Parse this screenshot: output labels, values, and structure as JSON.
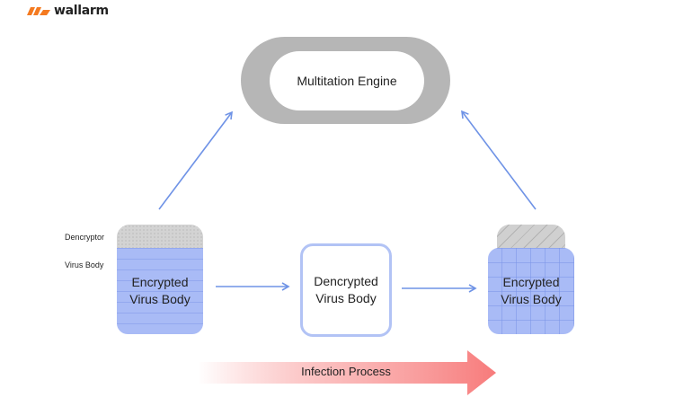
{
  "brand": {
    "name": "wallarm",
    "color": "#f47a20"
  },
  "engine": {
    "label": "Multitation Engine"
  },
  "left_block": {
    "decryptor_label": "Dencryptor",
    "virus_body_label": "Virus Body",
    "text_line1": "Encrypted",
    "text_line2": "Virus Body"
  },
  "middle_block": {
    "text_line1": "Dencrypted",
    "text_line2": "Virus Body"
  },
  "right_block": {
    "text_line1": "Encrypted",
    "text_line2": "Virus Body"
  },
  "process": {
    "label": "Infection Process"
  },
  "colors": {
    "arrow": "#6f93e6",
    "engine_ring": "#b6b6b6",
    "virus_body": "#a9bbf6",
    "process_arrow": "#f77b7b"
  }
}
